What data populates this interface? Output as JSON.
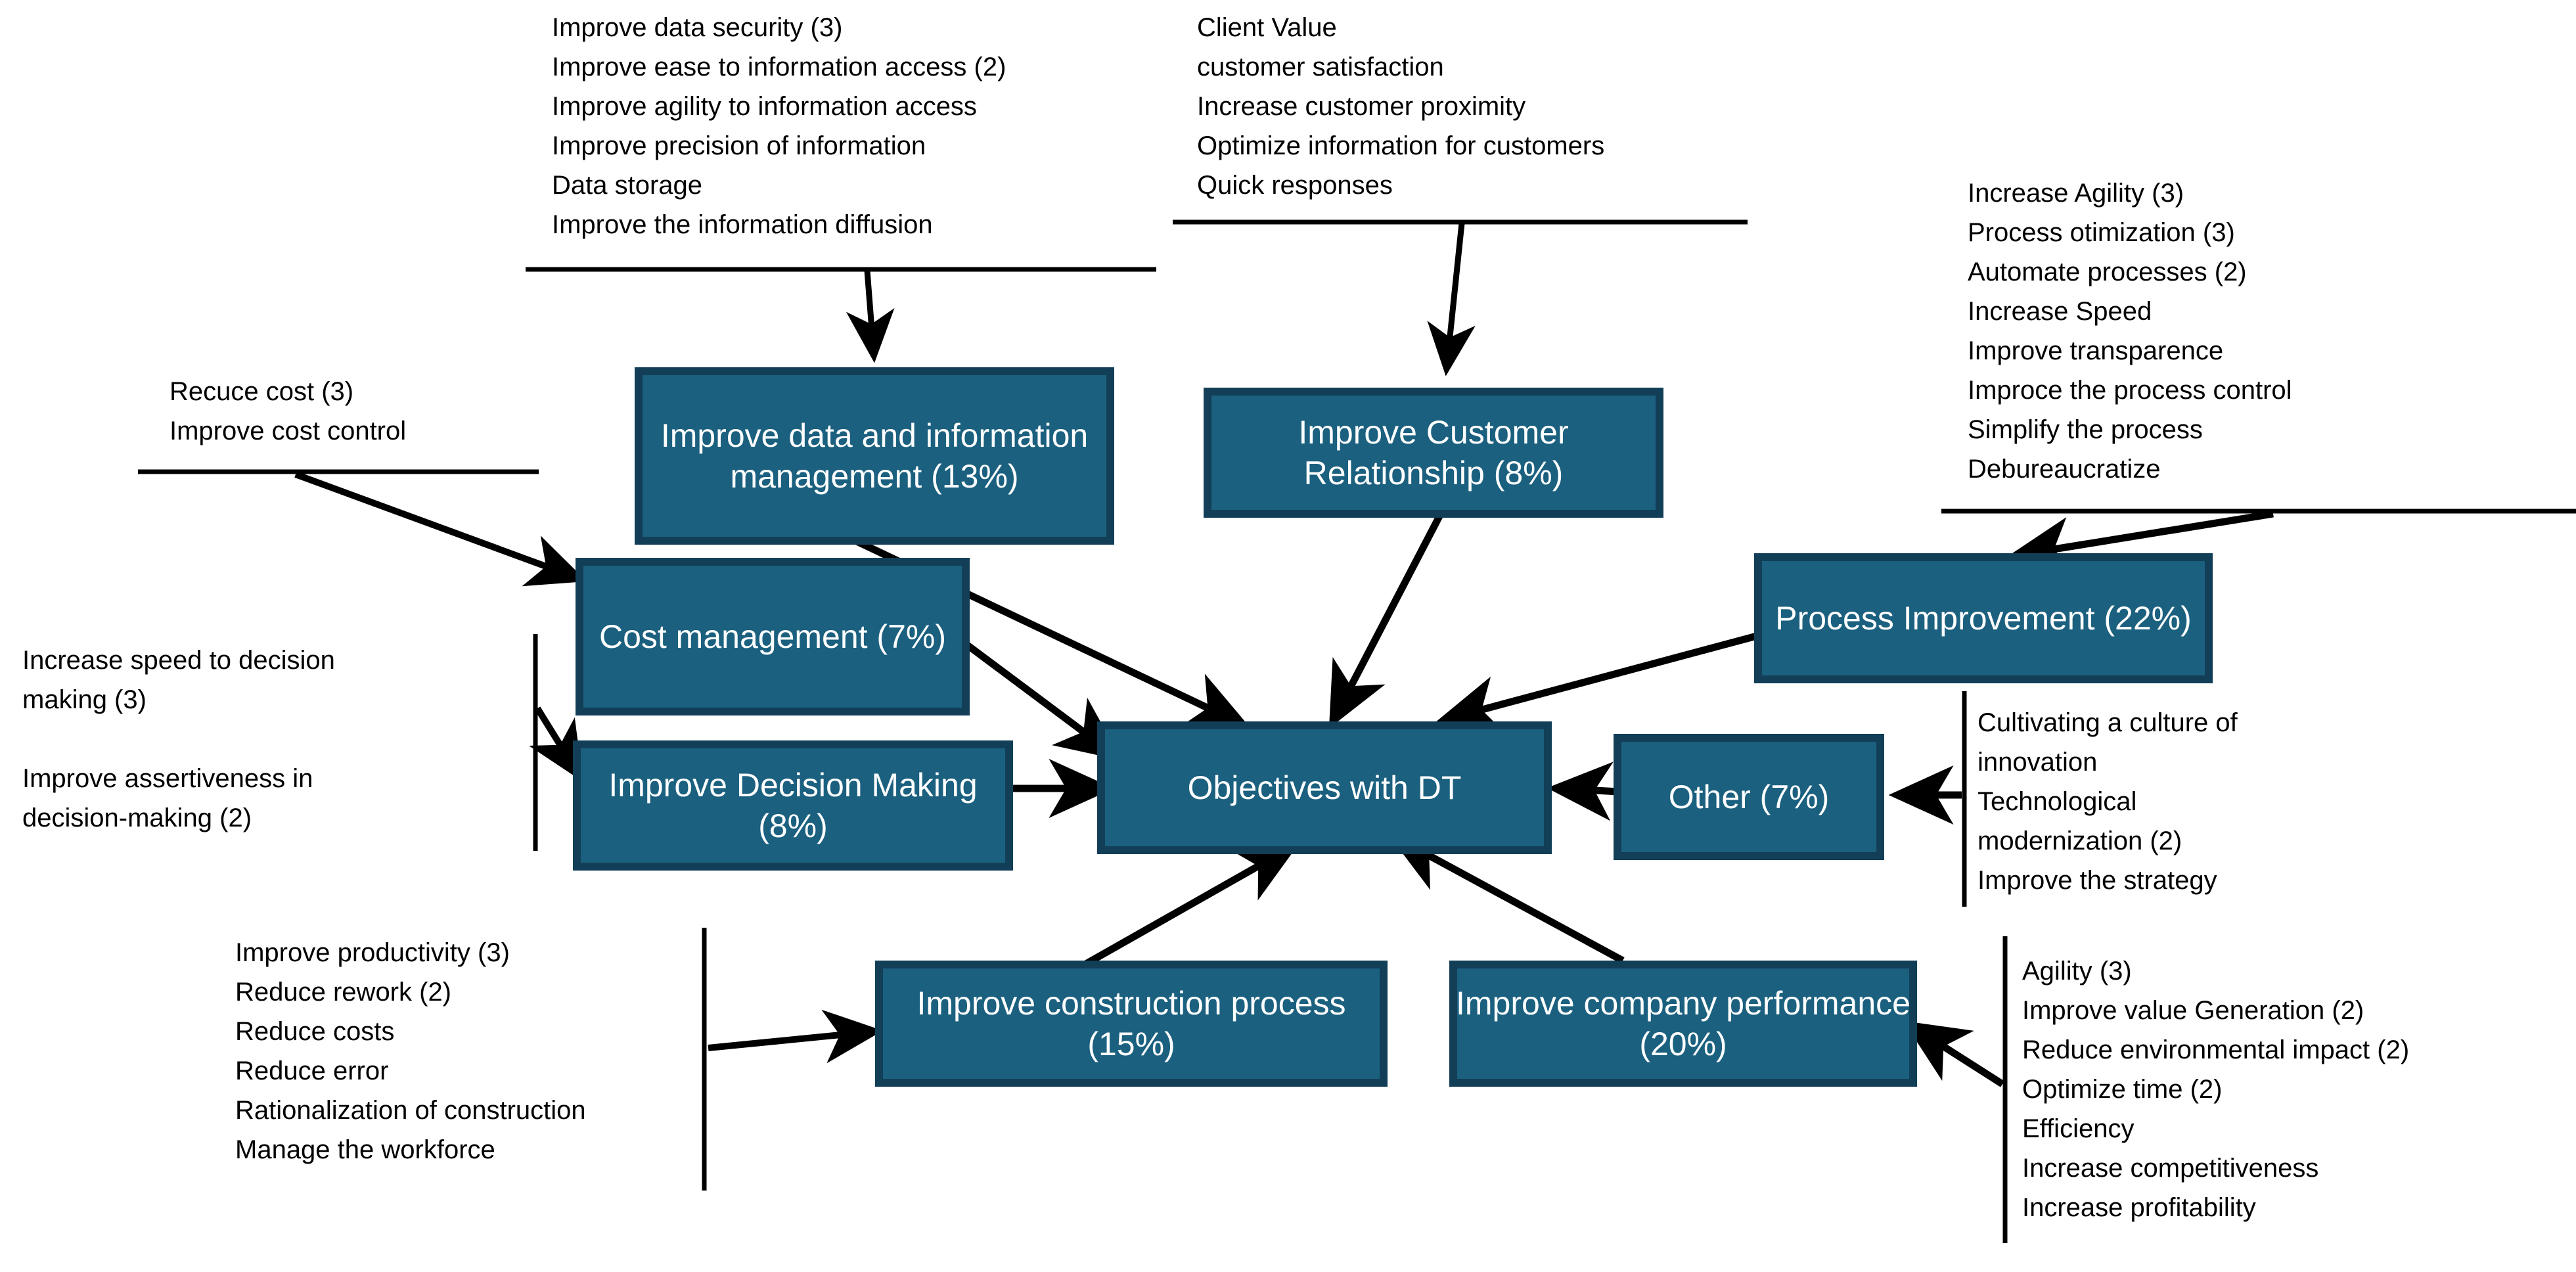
{
  "diagram": {
    "title": "Objectives with DT",
    "colors": {
      "node_fill": "#1b607f",
      "node_border": "#123f57",
      "node_text": "#ffffff",
      "line": "#000000",
      "annotation_text": "#000000",
      "background": "#ffffff"
    },
    "nodes": [
      {
        "id": "data-info",
        "label": "Improve data and information management (13%)",
        "percent": "13%"
      },
      {
        "id": "customer",
        "label": "Improve Customer Relationship (8%)",
        "percent": "8%"
      },
      {
        "id": "cost",
        "label": "Cost management (7%)",
        "percent": "7%"
      },
      {
        "id": "process",
        "label": "Process Improvement (22%)",
        "percent": "22%"
      },
      {
        "id": "decision",
        "label": "Improve Decision Making (8%)",
        "percent": "8%"
      },
      {
        "id": "center",
        "label": "Objectives with DT",
        "percent": ""
      },
      {
        "id": "other",
        "label": "Other (7%)",
        "percent": "7%"
      },
      {
        "id": "construction",
        "label": "Improve construction process (15%)",
        "percent": "15%"
      },
      {
        "id": "company",
        "label": "Improve company performance (20%)",
        "percent": "20%"
      }
    ],
    "annotations": [
      {
        "id": "data-info-list",
        "target": "data-info",
        "items": [
          "Improve data security (3)",
          "Improve ease to information  access (2)",
          "Improve agility to information access",
          "Improve precision of information",
          "Data storage",
          "Improve the information  diffusion"
        ]
      },
      {
        "id": "customer-list",
        "target": "customer",
        "items": [
          "Client Value",
          "customer satisfaction",
          "Increase customer proximity",
          "Optimize information for customers",
          "Quick responses"
        ]
      },
      {
        "id": "process-list",
        "target": "process",
        "items": [
          "Increase Agility (3)",
          "Process otimization (3)",
          "Automate processes (2)",
          "Increase Speed",
          "Improve transparence",
          "Improce the process control",
          "Simplify the process",
          "Debureaucratize"
        ]
      },
      {
        "id": "cost-list",
        "target": "cost",
        "items": [
          "Recuce cost (3)",
          "Improve cost control"
        ]
      },
      {
        "id": "decision-list",
        "target": "decision",
        "items": [
          "Increase speed to decision",
          "making (3)",
          "",
          "Improve assertiveness in",
          "decision-making (2)"
        ]
      },
      {
        "id": "construction-list",
        "target": "construction",
        "items": [
          "Improve productivity (3)",
          "Reduce rework (2)",
          "Reduce costs",
          "Reduce error",
          "Rationalization of construction",
          "Manage the workforce"
        ]
      },
      {
        "id": "other-list",
        "target": "other",
        "items": [
          "Cultivating a culture of",
          "innovation",
          "Technological",
          "modernization (2)",
          "Improve the strategy"
        ]
      },
      {
        "id": "company-list",
        "target": "company",
        "items": [
          "Agility (3)",
          "Improve value Generation (2)",
          "Reduce environmental impact (2)",
          "Optimize time (2)",
          "Efficiency",
          "Increase competitiveness",
          "Increase profitability"
        ]
      }
    ],
    "edges": [
      {
        "from": "data-info-list",
        "to": "data-info"
      },
      {
        "from": "customer-list",
        "to": "customer"
      },
      {
        "from": "process-list",
        "to": "process"
      },
      {
        "from": "cost-list",
        "to": "cost"
      },
      {
        "from": "decision-list",
        "to": "decision"
      },
      {
        "from": "construction-list",
        "to": "construction"
      },
      {
        "from": "other-list",
        "to": "other"
      },
      {
        "from": "company-list",
        "to": "company"
      },
      {
        "from": "data-info",
        "to": "center"
      },
      {
        "from": "customer",
        "to": "center"
      },
      {
        "from": "cost",
        "to": "center"
      },
      {
        "from": "process",
        "to": "center"
      },
      {
        "from": "decision",
        "to": "center"
      },
      {
        "from": "other",
        "to": "center"
      },
      {
        "from": "construction",
        "to": "center"
      },
      {
        "from": "company",
        "to": "center"
      }
    ]
  }
}
